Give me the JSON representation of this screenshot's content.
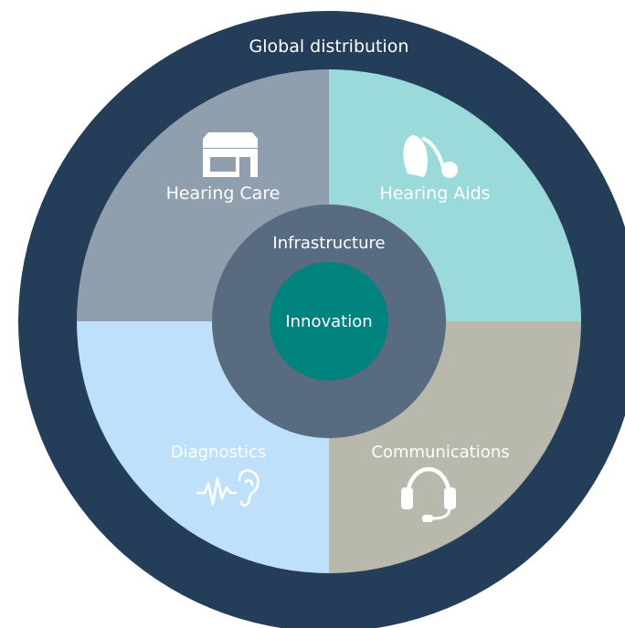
{
  "title": "Global distribution",
  "quadrants": {
    "top_left": {
      "label": "Hearing Care",
      "icon": "store-icon",
      "color": "#8f9fad"
    },
    "top_right": {
      "label": "Hearing Aids",
      "icon": "hearing-aid-icon",
      "color": "#9bdada"
    },
    "bottom_left": {
      "label": "Diagnostics",
      "icon": "ear-soundwave-icon",
      "color": "#bfe0fa"
    },
    "bottom_right": {
      "label": "Communications",
      "icon": "headset-icon",
      "color": "#b8b8ac"
    }
  },
  "middle_ring": {
    "label": "Infrastructure",
    "color": "#586b80"
  },
  "core": {
    "label": "Innovation",
    "color": "#00837f"
  },
  "outer_ring": {
    "color": "#243d58"
  }
}
